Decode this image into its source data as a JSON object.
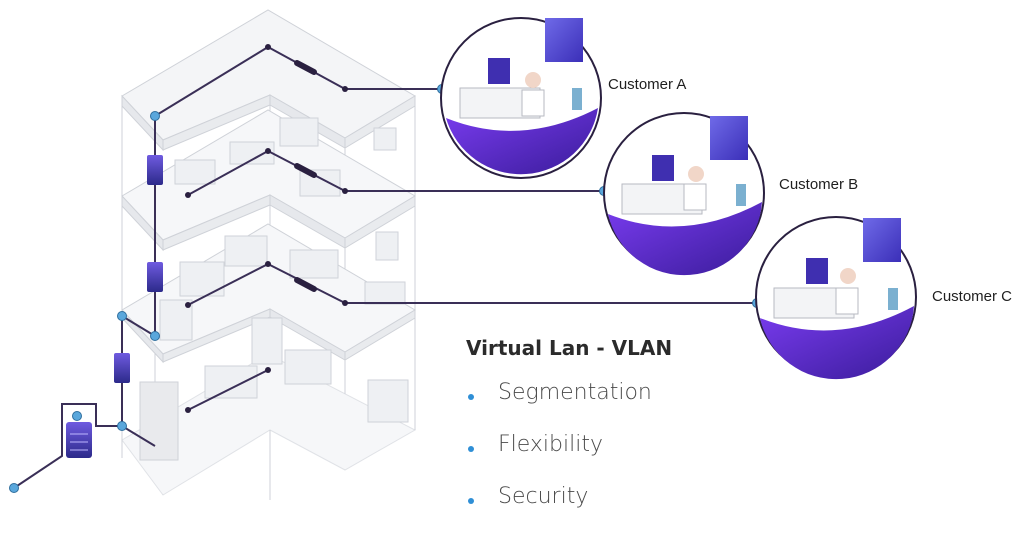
{
  "diagram": {
    "customers": [
      {
        "label": "Customer A"
      },
      {
        "label": "Customer B"
      },
      {
        "label": "Customer C"
      }
    ],
    "title": "Virtual Lan - VLAN",
    "bullets": [
      "Segmentation",
      "Flexibility",
      "Security"
    ]
  },
  "colors": {
    "network_line": "#3a2f57",
    "node": "#5aa7dc",
    "switch": "#4b3fb0",
    "room_gradient_top": "#6b2fe0",
    "room_gradient_bottom": "#3a1c9a",
    "bullet": "#2f8fd6"
  }
}
